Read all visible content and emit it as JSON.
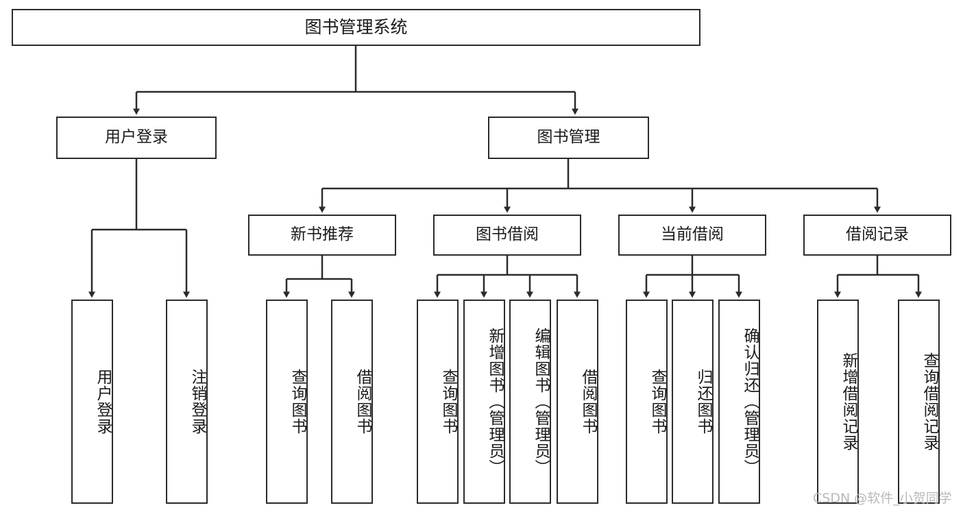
{
  "diagram": {
    "type": "tree-hierarchy",
    "title": "图书管理系统",
    "watermark": "CSDN @软件_小贺同学",
    "colors": {
      "box_border": "#2b2b2b",
      "box_fill": "#ffffff",
      "connector": "#2b2b2b",
      "text": "#1a1a1a",
      "watermark": "#b9b9b9",
      "background": "#ffffff"
    },
    "root": {
      "label": "图书管理系统"
    },
    "level2": [
      {
        "label": "用户登录"
      },
      {
        "label": "图书管理"
      }
    ],
    "level3": [
      {
        "label": "新书推荐"
      },
      {
        "label": "图书借阅"
      },
      {
        "label": "当前借阅"
      },
      {
        "label": "借阅记录"
      }
    ],
    "leaves": {
      "user_login": [
        {
          "label": "用户登录"
        },
        {
          "label": "注销登录"
        }
      ],
      "new_book_recommend": [
        {
          "label": "查询图书"
        },
        {
          "label": "借阅图书"
        }
      ],
      "book_borrow": [
        {
          "label": "查询图书"
        },
        {
          "label": "新增图书（管理员）"
        },
        {
          "label": "编辑图书（管理员）"
        },
        {
          "label": "借阅图书"
        }
      ],
      "current_borrow": [
        {
          "label": "查询图书"
        },
        {
          "label": "归还图书"
        },
        {
          "label": "确认归还（管理员）"
        }
      ],
      "borrow_record": [
        {
          "label": "新增借阅记录"
        },
        {
          "label": "查询借阅记录"
        }
      ]
    }
  }
}
